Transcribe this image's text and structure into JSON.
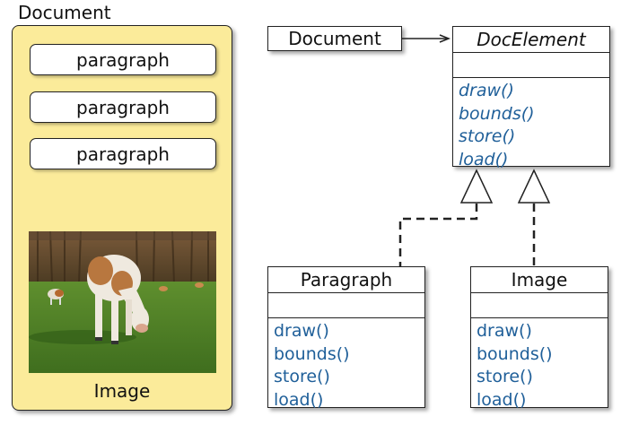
{
  "left_panel": {
    "title": "Document",
    "paragraphs": [
      "paragraph",
      "paragraph",
      "paragraph"
    ],
    "image_caption": "Image"
  },
  "document_class": {
    "name": "Document"
  },
  "doc_element": {
    "name": "DocElement",
    "methods": [
      "draw()",
      "bounds()",
      "store()",
      "load()"
    ]
  },
  "paragraph_class": {
    "name": "Paragraph",
    "methods": [
      "draw()",
      "bounds()",
      "store()",
      "load()"
    ]
  },
  "image_class": {
    "name": "Image",
    "methods": [
      "draw()",
      "bounds()",
      "store()",
      "load()"
    ]
  },
  "colors": {
    "panel": "#fbeb9a",
    "method_text": "#1f5f99",
    "outline": "#222222"
  }
}
